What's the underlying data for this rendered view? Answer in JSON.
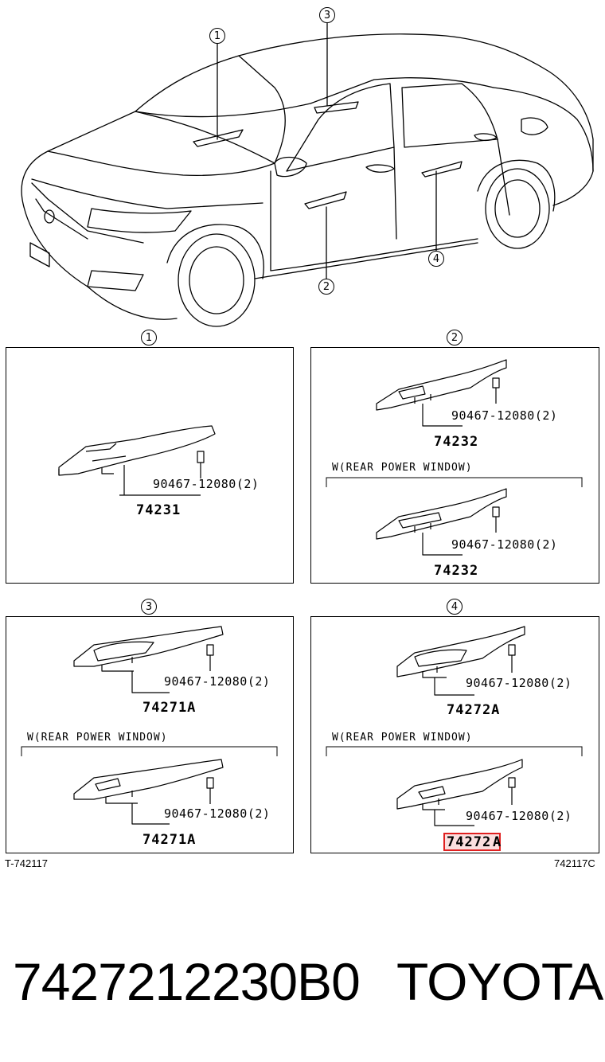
{
  "callouts": {
    "c1": "1",
    "c2": "2",
    "c3": "3",
    "c4": "4"
  },
  "panels": {
    "p1": {
      "callout": "1",
      "bolt_part": "90467-12080(2)",
      "main_part": "74231"
    },
    "p2": {
      "callout": "2",
      "bolt_part_a": "90467-12080(2)",
      "main_part_a": "74232",
      "variant_note": "W(REAR POWER WINDOW)",
      "bolt_part_b": "90467-12080(2)",
      "main_part_b": "74232"
    },
    "p3": {
      "callout": "3",
      "bolt_part_a": "90467-12080(2)",
      "main_part_a": "74271A",
      "variant_note": "W(REAR POWER WINDOW)",
      "bolt_part_b": "90467-12080(2)",
      "main_part_b": "74271A"
    },
    "p4": {
      "callout": "4",
      "bolt_part_a": "90467-12080(2)",
      "main_part_a": "74272A",
      "variant_note": "W(REAR POWER WINDOW)",
      "bolt_part_b": "90467-12080(2)",
      "main_part_b_highlight": "74272",
      "main_part_b_suffix": "A"
    }
  },
  "refs": {
    "left": "T-742117",
    "right": "742117C"
  },
  "footer": {
    "part_number": "7427212230B0",
    "brand": "TOYOTA"
  },
  "colors": {
    "line": "#000000",
    "highlight_border": "#e02020",
    "highlight_fill": "#f2c4c4"
  }
}
